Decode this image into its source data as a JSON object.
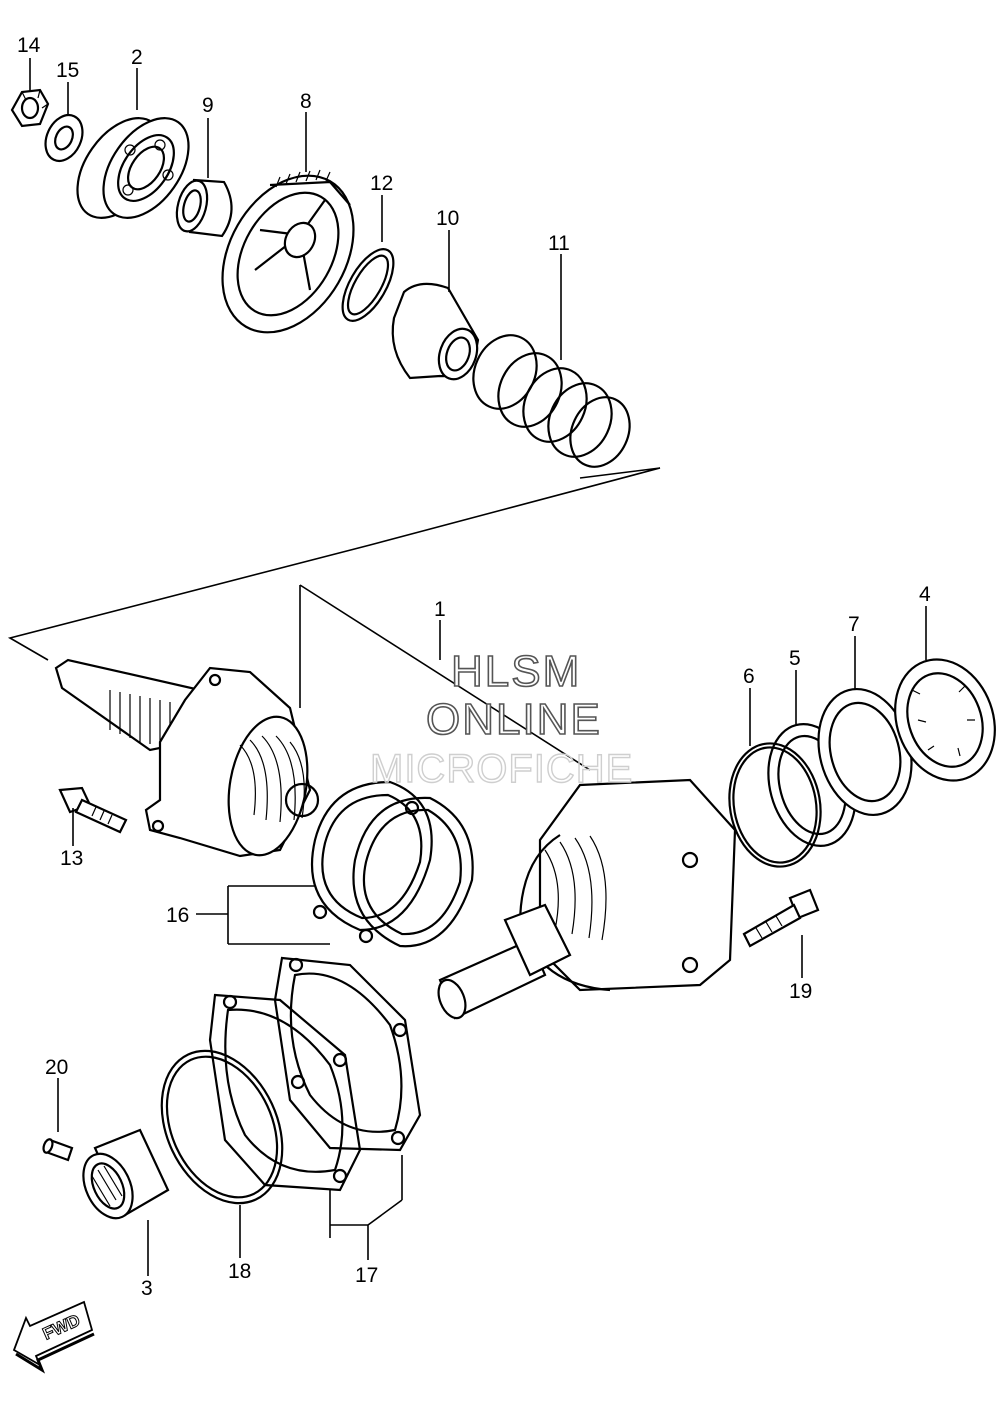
{
  "diagram": {
    "watermark": {
      "line1": "HLSM",
      "line2": "ONLINE",
      "line3": "MICROFICHE"
    },
    "direction_badge": "FWD",
    "callouts": [
      {
        "id": "p14",
        "label": "14"
      },
      {
        "id": "p15",
        "label": "15"
      },
      {
        "id": "p2",
        "label": "2"
      },
      {
        "id": "p9",
        "label": "9"
      },
      {
        "id": "p8",
        "label": "8"
      },
      {
        "id": "p12",
        "label": "12"
      },
      {
        "id": "p10",
        "label": "10"
      },
      {
        "id": "p11",
        "label": "11"
      },
      {
        "id": "p1",
        "label": "1"
      },
      {
        "id": "p4",
        "label": "4"
      },
      {
        "id": "p7",
        "label": "7"
      },
      {
        "id": "p5",
        "label": "5"
      },
      {
        "id": "p6",
        "label": "6"
      },
      {
        "id": "p13",
        "label": "13"
      },
      {
        "id": "p16",
        "label": "16"
      },
      {
        "id": "p19",
        "label": "19"
      },
      {
        "id": "p20",
        "label": "20"
      },
      {
        "id": "p3",
        "label": "3"
      },
      {
        "id": "p18",
        "label": "18"
      },
      {
        "id": "p17",
        "label": "17"
      }
    ]
  }
}
